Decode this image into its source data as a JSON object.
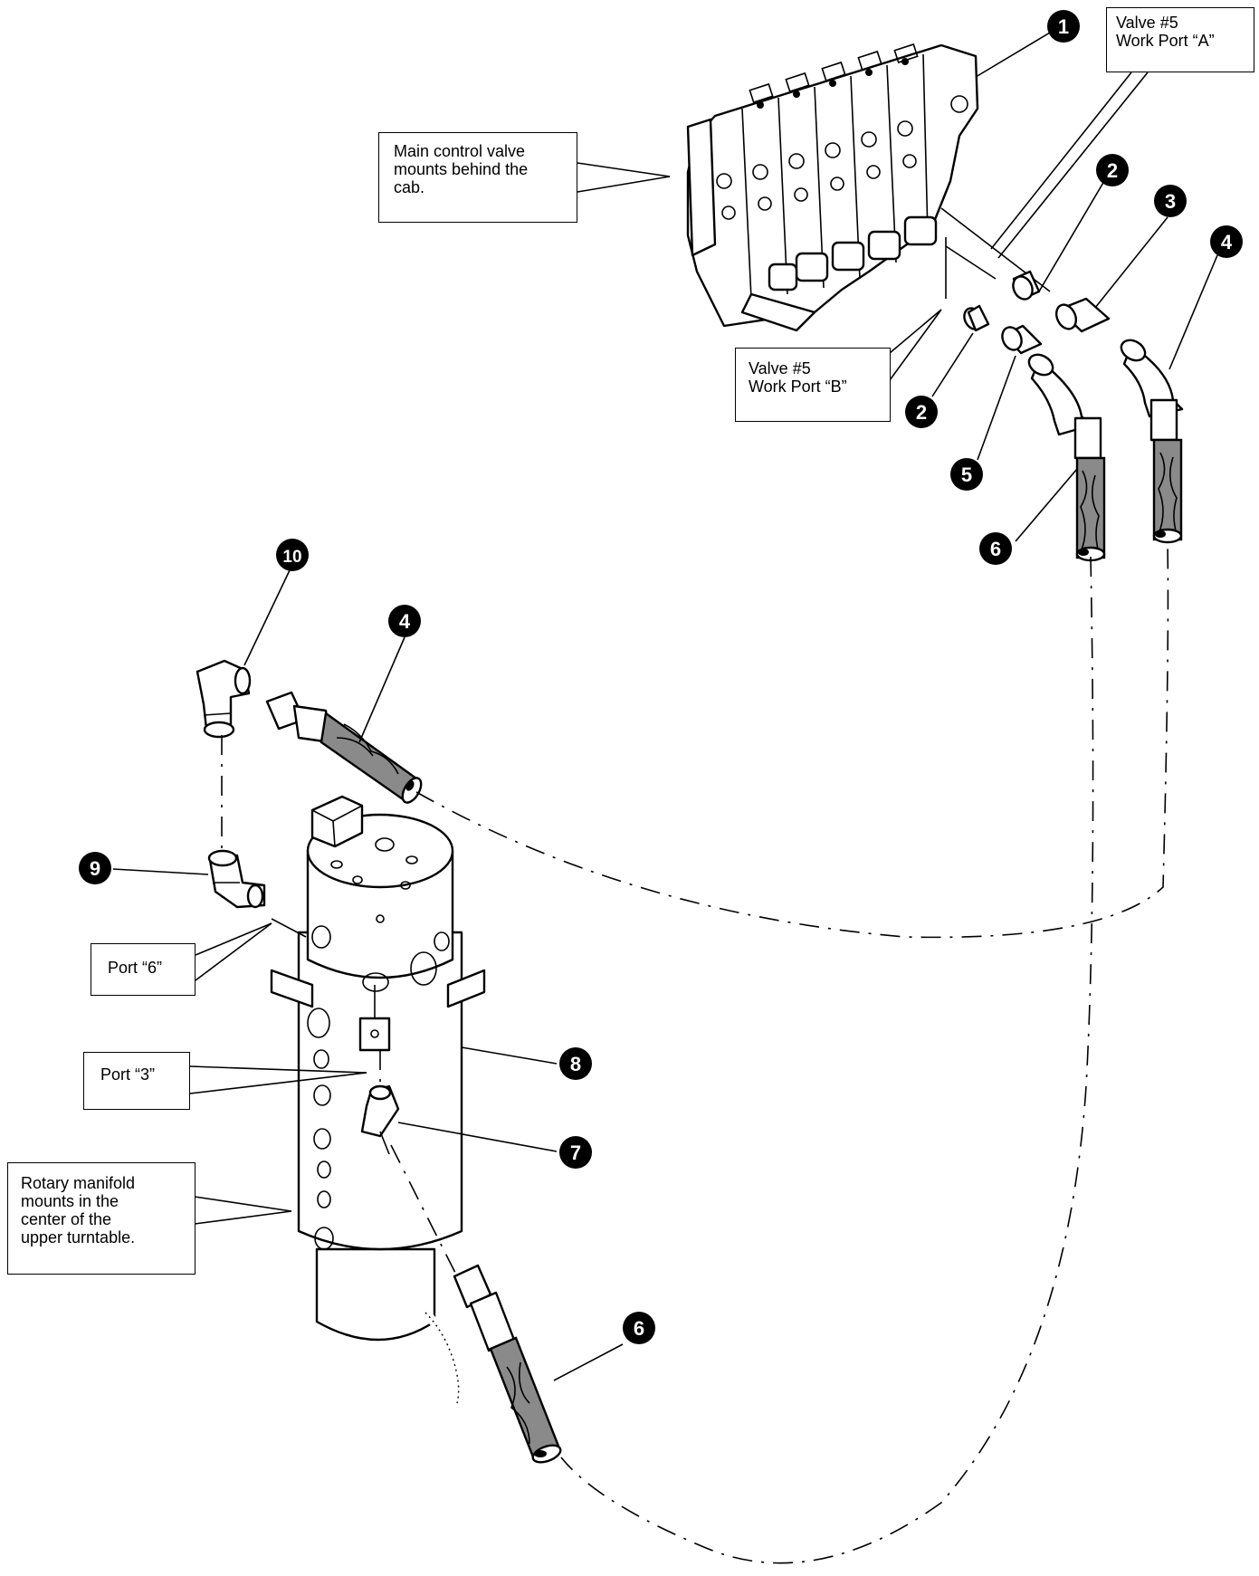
{
  "callouts": {
    "valve_a": [
      "Valve #5",
      "Work Port “A”"
    ],
    "main_control": [
      "Main control valve",
      "mounts behind the",
      "cab."
    ],
    "valve_b": [
      "Valve #5",
      "Work Port “B”"
    ],
    "port6": [
      "Port “6”"
    ],
    "port3": [
      "Port “3”"
    ],
    "rotary": [
      "Rotary manifold",
      "mounts in the",
      "center of the",
      "upper turntable."
    ]
  },
  "badges": {
    "b1": "1",
    "b2a": "2",
    "b3": "3",
    "b4a": "4",
    "b2b": "2",
    "b5": "5",
    "b6a": "6",
    "b10": "10",
    "b4b": "4",
    "b9": "9",
    "b8": "8",
    "b7": "7",
    "b6b": "6"
  }
}
